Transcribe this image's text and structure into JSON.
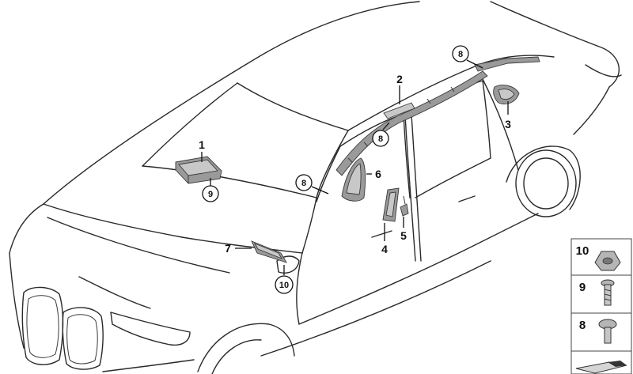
{
  "callouts": [
    {
      "id": "c1",
      "label": "1"
    },
    {
      "id": "c2",
      "label": "2"
    },
    {
      "id": "c3",
      "label": "3"
    },
    {
      "id": "c4",
      "label": "4"
    },
    {
      "id": "c5",
      "label": "5"
    },
    {
      "id": "c6",
      "label": "6"
    },
    {
      "id": "c7",
      "label": "7"
    }
  ],
  "circled_callouts": [
    {
      "id": "k8a",
      "label": "8"
    },
    {
      "id": "k8b",
      "label": "8"
    },
    {
      "id": "k8c",
      "label": "8"
    },
    {
      "id": "k9",
      "label": "9"
    },
    {
      "id": "k10",
      "label": "10"
    }
  ],
  "hardware_legend": [
    {
      "label": "10",
      "icon": "nut-icon"
    },
    {
      "label": "9",
      "icon": "screw-icon"
    },
    {
      "label": "8",
      "icon": "clip-screw-icon"
    }
  ]
}
